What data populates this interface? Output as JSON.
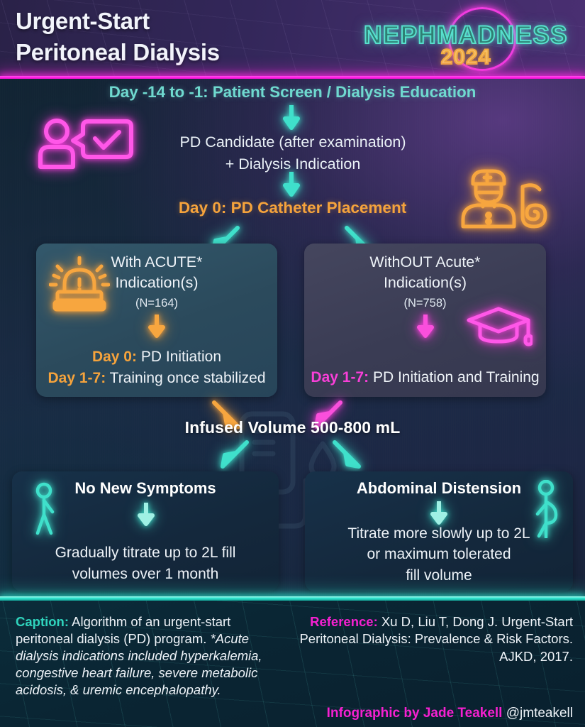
{
  "header": {
    "title_line1": "Urgent-Start",
    "title_line2": "Peritoneal Dialysis",
    "logo_word": "NEPHMADNESS",
    "logo_year": "2024"
  },
  "flow": {
    "screen_header": "Day -14 to -1: Patient Screen / Dialysis Education",
    "candidate_line1": "PD Candidate (after examination)",
    "candidate_line2": "+ Dialysis Indication",
    "catheter_header": "Day 0: PD Catheter Placement",
    "infused_volume": "Infused Volume 500-800 mL"
  },
  "branches": [
    {
      "head_line1": "With ACUTE*",
      "head_line2": "Indication(s)",
      "n": "(N=164)",
      "rows": [
        {
          "day": "Day 0:",
          "text": "PD Initiation"
        },
        {
          "day": "Day 1-7:",
          "text": "Training once stabilized"
        }
      ],
      "icon": "siren-icon",
      "accent": "#f5a33c"
    },
    {
      "head_line1": "WithOUT Acute*",
      "head_line2": "Indication(s)",
      "n": "(N=758)",
      "rows": [
        {
          "day": "Day 1-7:",
          "text": "PD Initiation and Training"
        }
      ],
      "icon": "graduation-cap-icon",
      "accent": "#f83fd8"
    }
  ],
  "outcomes": [
    {
      "head": "No New Symptoms",
      "body_line1": "Gradually titrate up to 2L fill",
      "body_line2": "volumes over 1 month",
      "icon": "person-standing-icon"
    },
    {
      "head": "Abdominal Distension",
      "body_line1": "Titrate more slowly up to 2L",
      "body_line2": "or maximum tolerated",
      "body_line3": "fill volume",
      "icon": "person-distended-abdomen-icon"
    }
  ],
  "footer": {
    "caption_label": "Caption:",
    "caption_text": " Algorithm of an urgent-start peritoneal dialysis (PD) program. ",
    "caption_note": "*Acute dialysis indications included hyperkalemia, congestive heart failure, severe metabolic acidosis, & uremic encephalopathy.",
    "reference_label": "Reference:",
    "reference_text": " Xu D, Liu T, Dong J. Urgent-Start Peritoneal Dialysis: Prevalence & Risk Factors. AJKD, 2017.",
    "credit_label": "Infographic by Jade Teakell",
    "credit_handle": " @jmteakell"
  },
  "icons": {
    "person_check": "person-with-checkmark-icon",
    "surgeon": "surgeon-icon",
    "coil": "catheter-coil-icon",
    "iv_bag": "iv-bag-watermark-icon"
  },
  "colors": {
    "teal": "#6fd9cf",
    "orange": "#f5a33c",
    "magenta": "#f520d0",
    "white": "#eef3f8"
  }
}
